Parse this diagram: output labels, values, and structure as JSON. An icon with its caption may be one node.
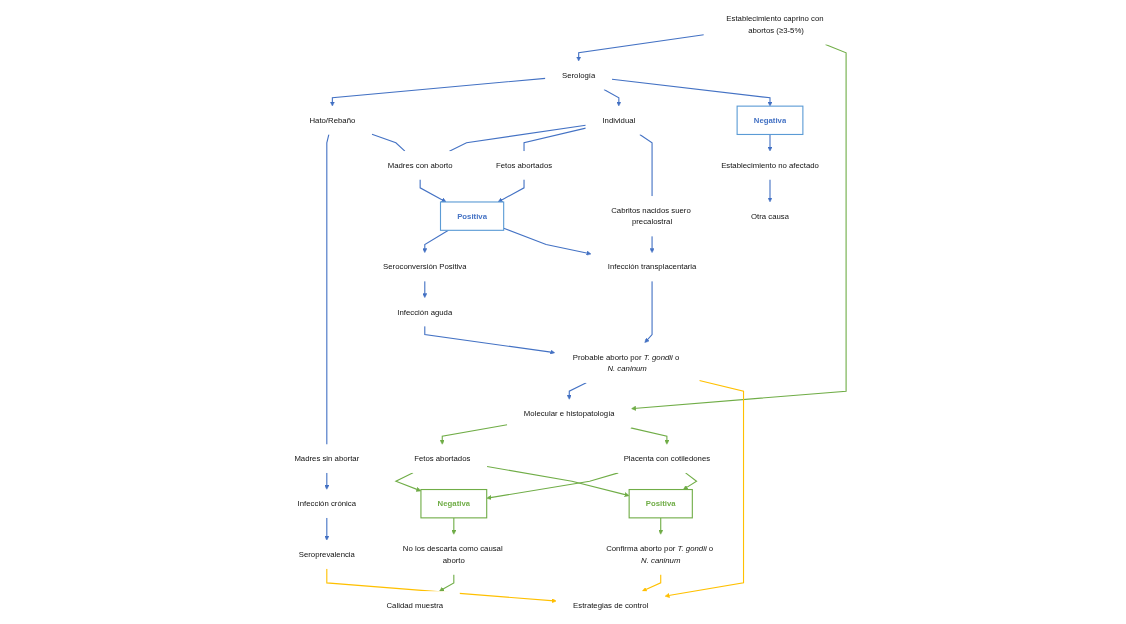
{
  "diagram": {
    "nodes": [
      {
        "text": [
          "Establecimiento caprino con abortos (≥3-5%)"
        ]
      },
      {
        "text": [
          "Serología"
        ]
      },
      {
        "text": [
          "Hato/Rebaño"
        ]
      },
      {
        "text": [
          "Individual"
        ]
      },
      {
        "text": [
          "Madres sin abortar"
        ]
      },
      {
        "text": [
          "Madres con aborto"
        ]
      },
      {
        "text": [
          "Fetos abortados"
        ]
      },
      {
        "text": [
          "Cabritos nacidos suero precalostral"
        ]
      },
      {
        "text": [
          "Negativa"
        ]
      },
      {
        "text": [
          "Positiva"
        ]
      },
      {
        "text": [
          "Establecimiento no afectado"
        ]
      },
      {
        "text": [
          "Otra causa"
        ]
      },
      {
        "text": [
          "Infección crónica"
        ]
      },
      {
        "text": [
          "Seroprevalencia"
        ]
      },
      {
        "text": [
          "Seroconversión Positiva"
        ]
      },
      {
        "text": [
          "Infección aguda"
        ]
      },
      {
        "text": [
          "Infección transplacentaria"
        ]
      },
      {
        "text": [
          "Probable aborto por *T. gondii* o *N. caninum*"
        ]
      },
      {
        "text": [
          "Estrategias de control"
        ]
      },
      {
        "text": [
          "Molecular e histopatología"
        ]
      },
      {
        "text": [
          "Fetos abortados"
        ]
      },
      {
        "text": [
          "Placenta con cotiledones"
        ]
      },
      {
        "text": [
          "Negativa"
        ]
      },
      {
        "text": [
          "Positiva"
        ]
      },
      {
        "text": [
          "No los descarta como causal aborto"
        ]
      },
      {
        "text": [
          "Calidad muestra"
        ]
      },
      {
        "text": [
          "Confirma aborto por *T. gondii* o *N. caninum*"
        ]
      }
    ],
    "edges": [
      {
        "from": 0,
        "to": 1,
        "arrow": "to"
      },
      {
        "from": 0,
        "to": 19,
        "arrow": "to",
        "color": "#70ad47"
      },
      {
        "from": 1,
        "to": 2,
        "arrow": "to"
      },
      {
        "from": 1,
        "to": 3,
        "arrow": "to"
      },
      {
        "from": 1,
        "to": 8,
        "arrow": "to"
      },
      {
        "from": 2,
        "to": 4,
        "arrow": "none"
      },
      {
        "from": 2,
        "to": 5,
        "arrow": "none"
      },
      {
        "from": 3,
        "to": 5,
        "arrow": "none"
      },
      {
        "from": 3,
        "to": 6,
        "arrow": "none"
      },
      {
        "from": 3,
        "to": 7,
        "arrow": "none"
      },
      {
        "from": 5,
        "to": 9,
        "arrow": "to"
      },
      {
        "from": 6,
        "to": 9,
        "arrow": "to"
      },
      {
        "from": 4,
        "to": 12,
        "arrow": "to"
      },
      {
        "from": 7,
        "to": 16,
        "arrow": "to"
      },
      {
        "from": 9,
        "to": 14,
        "arrow": "to"
      },
      {
        "from": 9,
        "to": 16,
        "arrow": "to"
      },
      {
        "from": 8,
        "to": 10,
        "arrow": "to"
      },
      {
        "from": 10,
        "to": 11,
        "arrow": "to"
      },
      {
        "from": 12,
        "to": 13,
        "arrow": "to"
      },
      {
        "from": 14,
        "to": 15,
        "arrow": "to"
      },
      {
        "from": 15,
        "to": 17,
        "arrow": "to"
      },
      {
        "from": 16,
        "to": 17,
        "arrow": "to"
      },
      {
        "from": 17,
        "to": 19,
        "arrow": "to"
      },
      {
        "from": 13,
        "to": 18,
        "arrow": "to",
        "color": "#ffc000"
      },
      {
        "from": 17,
        "to": 18,
        "arrow": "to",
        "color": "#ffc000"
      },
      {
        "from": 26,
        "to": 18,
        "arrow": "to",
        "color": "#ffc000"
      },
      {
        "from": 19,
        "to": 20,
        "arrow": "to",
        "color": "#70ad47"
      },
      {
        "from": 19,
        "to": 21,
        "arrow": "to",
        "color": "#70ad47"
      },
      {
        "from": 20,
        "to": 22,
        "arrow": "to",
        "color": "#70ad47"
      },
      {
        "from": 20,
        "to": 23,
        "arrow": "to",
        "color": "#70ad47"
      },
      {
        "from": 21,
        "to": 22,
        "arrow": "to",
        "color": "#70ad47"
      },
      {
        "from": 21,
        "to": 23,
        "arrow": "to",
        "color": "#70ad47"
      },
      {
        "from": 22,
        "to": 24,
        "arrow": "to",
        "color": "#70ad47"
      },
      {
        "from": 23,
        "to": 26,
        "arrow": "to",
        "color": "#70ad47"
      },
      {
        "from": 24,
        "to": 25,
        "arrow": "to",
        "color": "#70ad47"
      }
    ]
  }
}
